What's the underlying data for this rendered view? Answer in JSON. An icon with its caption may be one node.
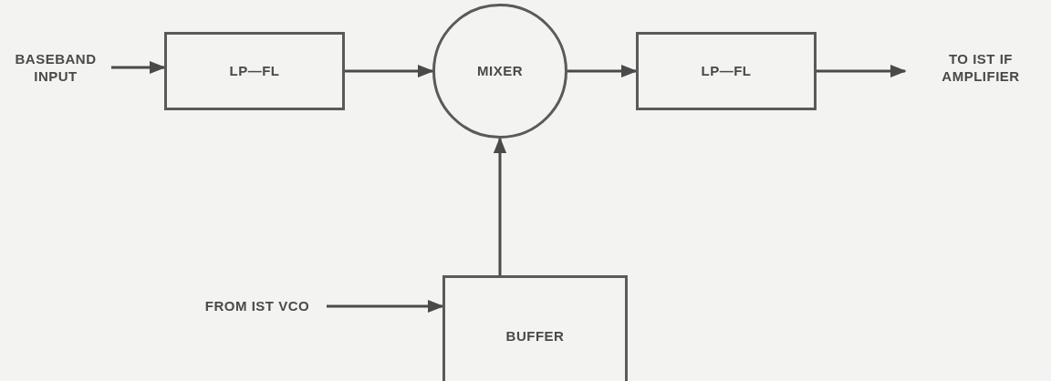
{
  "diagram": {
    "nodes": [
      {
        "text": [
          "BASEBAND INPUT"
        ]
      },
      {
        "text": [
          "LP—FL"
        ]
      },
      {
        "text": [
          "MIXER"
        ]
      },
      {
        "text": [
          "LP—FL"
        ]
      },
      {
        "text": [
          "TO IST IF AMPLIFIER"
        ]
      },
      {
        "text": [
          "FROM IST VCO"
        ]
      },
      {
        "text": [
          "BUFFER"
        ]
      }
    ],
    "edges": [
      {
        "from": 0,
        "to": 1,
        "arrow": "to"
      },
      {
        "from": 1,
        "to": 2,
        "arrow": "to"
      },
      {
        "from": 2,
        "to": 3,
        "arrow": "to"
      },
      {
        "from": 3,
        "to": 4,
        "arrow": "to"
      },
      {
        "from": 5,
        "to": 6,
        "arrow": "to"
      },
      {
        "from": 6,
        "to": 2,
        "arrow": "to"
      }
    ]
  }
}
